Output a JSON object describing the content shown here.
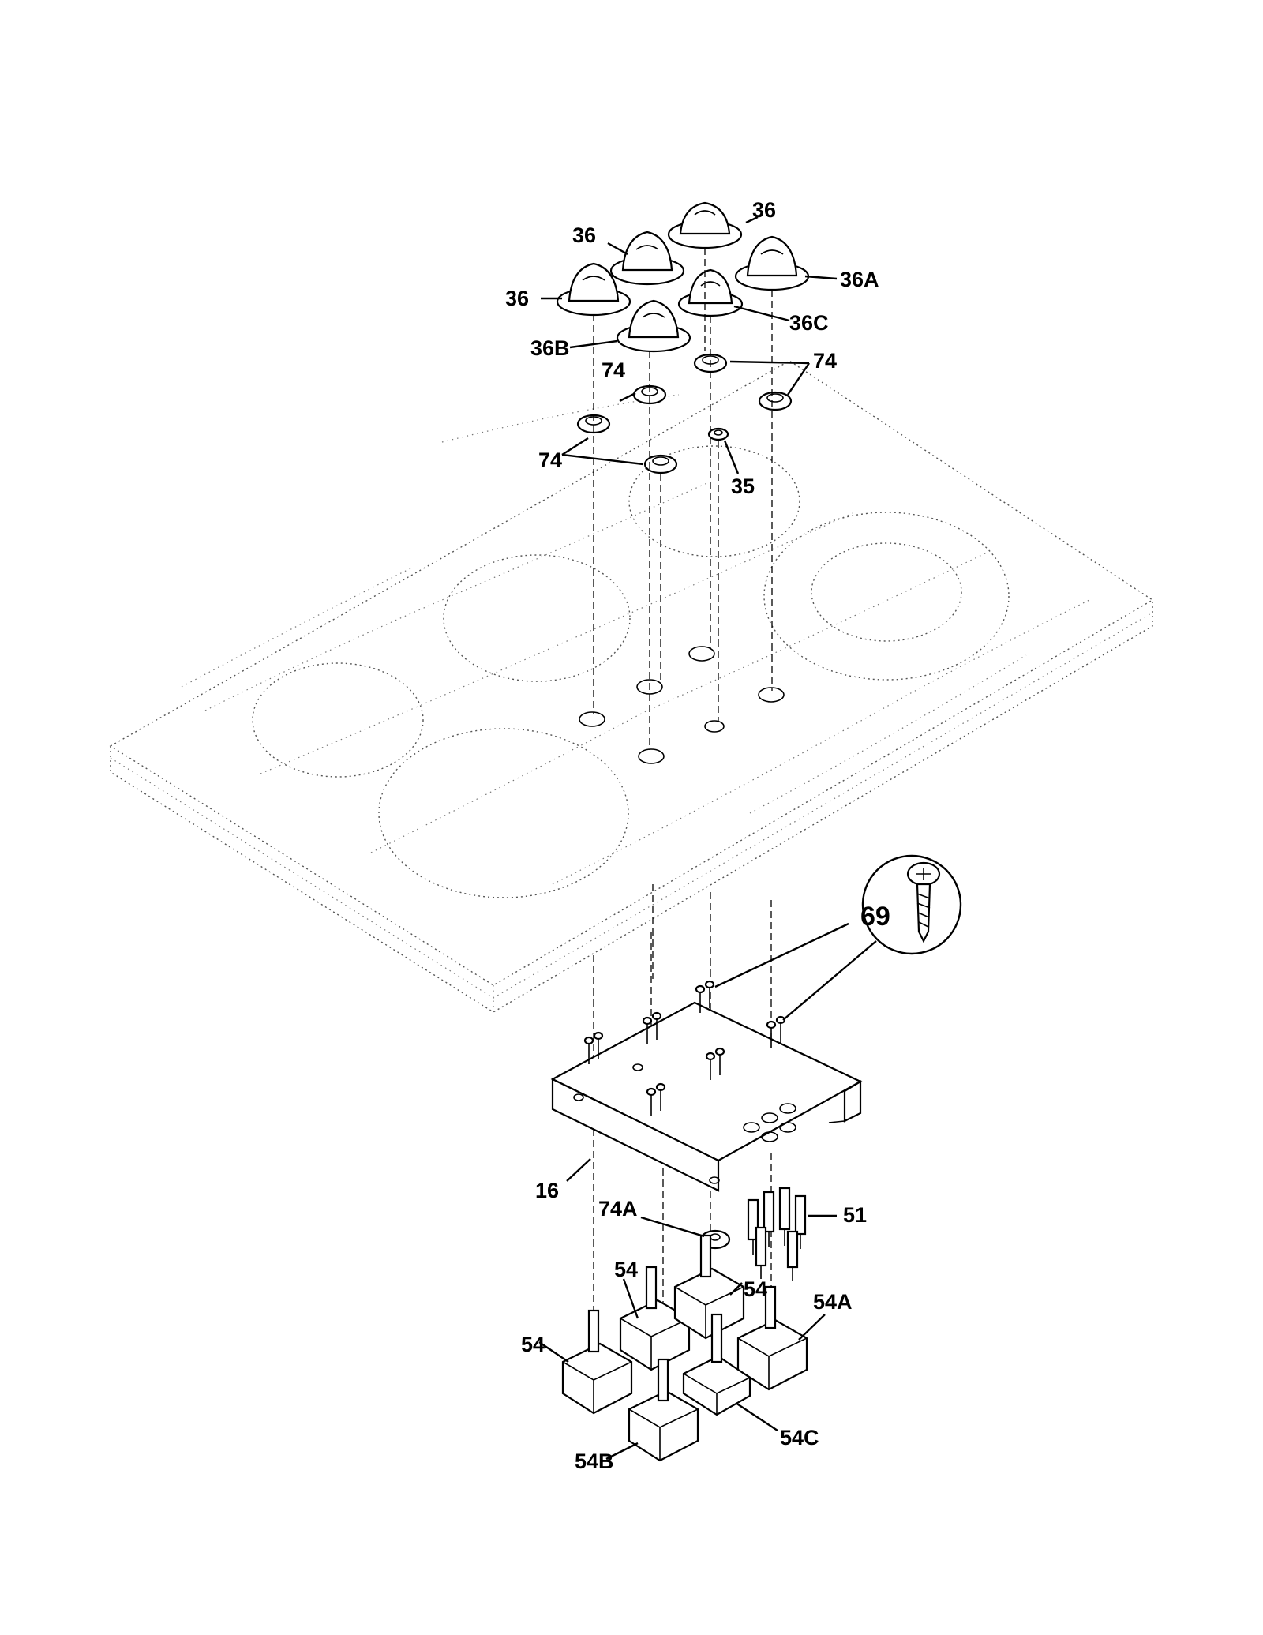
{
  "callouts": {
    "c36_top": "36",
    "c36_left_upper": "36",
    "c36_left": "36",
    "c36A": "36A",
    "c36B": "36B",
    "c36C": "36C",
    "c74_left": "74",
    "c74_right": "74",
    "c74_bottom": "74",
    "c35": "35",
    "c69": "69",
    "c16": "16",
    "c74A": "74A",
    "c51": "51",
    "c54_a": "54",
    "c54_b": "54",
    "c54_c": "54",
    "c54A": "54A",
    "c54B": "54B",
    "c54C": "54C"
  }
}
